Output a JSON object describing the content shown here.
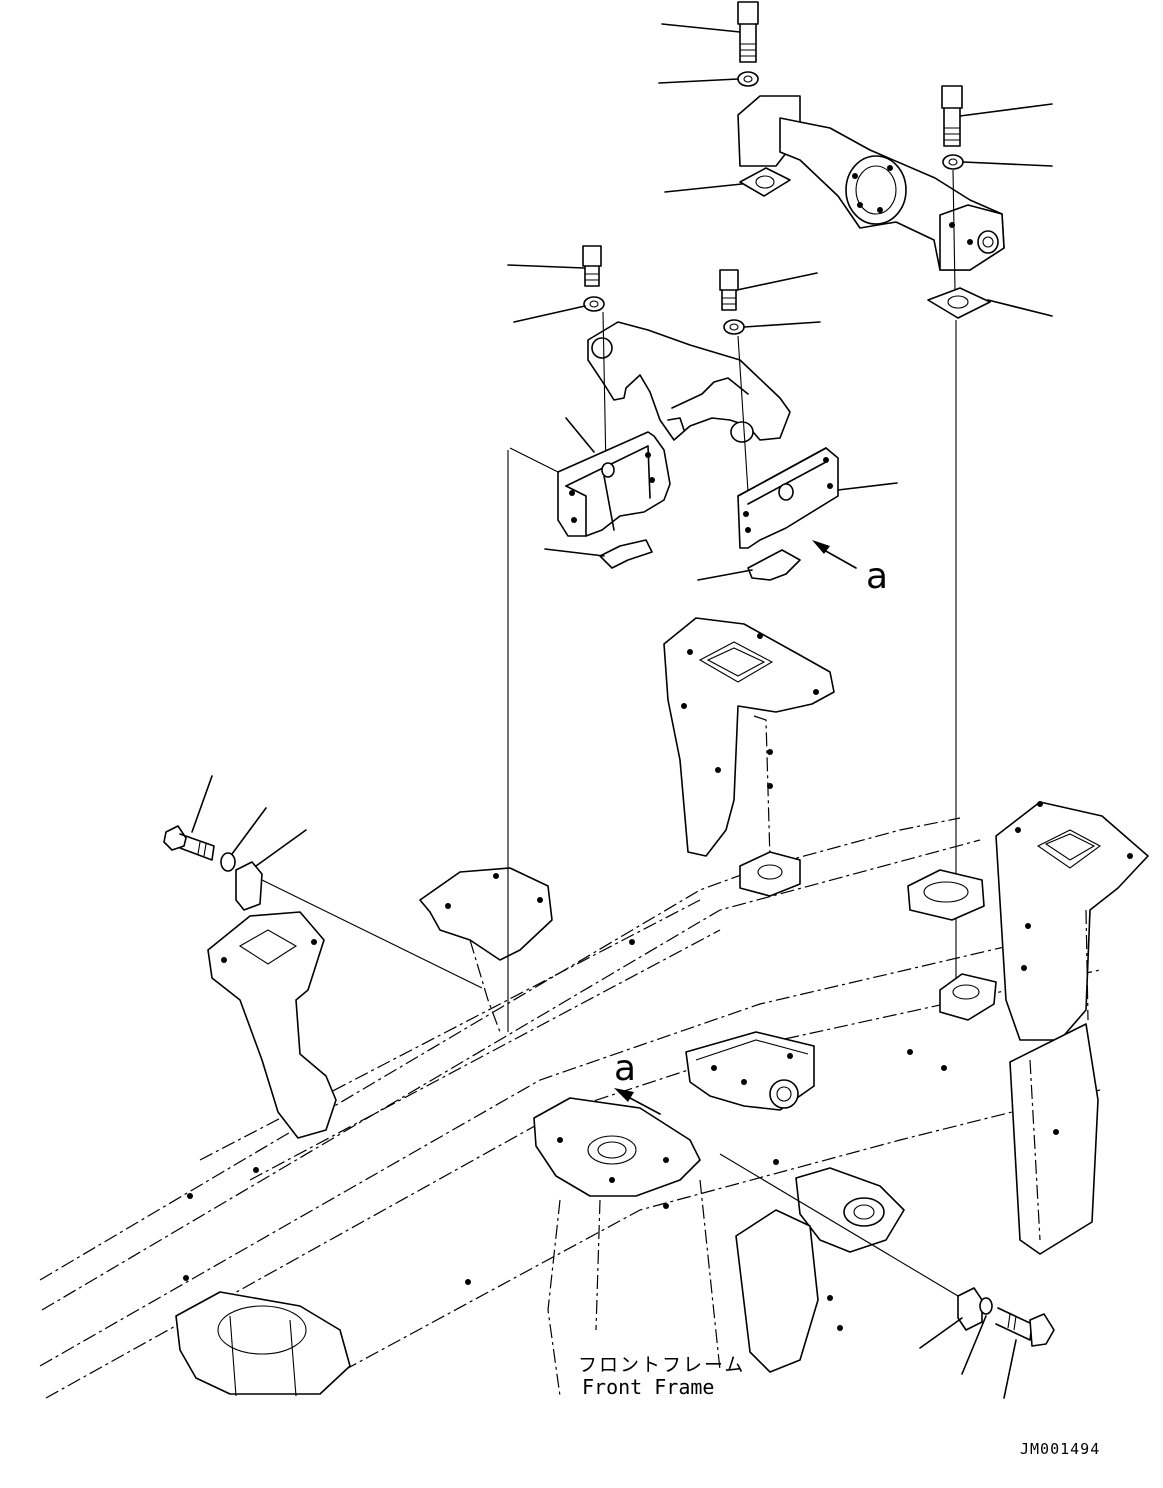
{
  "diagram": {
    "frame_label_jp": "フロントフレーム",
    "frame_label_en": "Front Frame",
    "callout_upper": "a",
    "callout_lower": "a",
    "drawing_id": "JM001494"
  },
  "parts": [
    {
      "name": "bolt-top",
      "icon": "bolt-icon"
    },
    {
      "name": "washer-top",
      "icon": "washer-icon"
    },
    {
      "name": "shim-top",
      "icon": "shim-icon"
    },
    {
      "name": "axle-support-rear",
      "icon": "bracket-icon"
    },
    {
      "name": "bolt-right",
      "icon": "bolt-icon"
    },
    {
      "name": "washer-right",
      "icon": "washer-icon"
    },
    {
      "name": "shim-right",
      "icon": "shim-icon"
    },
    {
      "name": "mount-bracket-left",
      "icon": "bracket-icon"
    },
    {
      "name": "mount-bracket-right",
      "icon": "bracket-icon"
    },
    {
      "name": "front-frame",
      "icon": "frame-icon"
    }
  ]
}
